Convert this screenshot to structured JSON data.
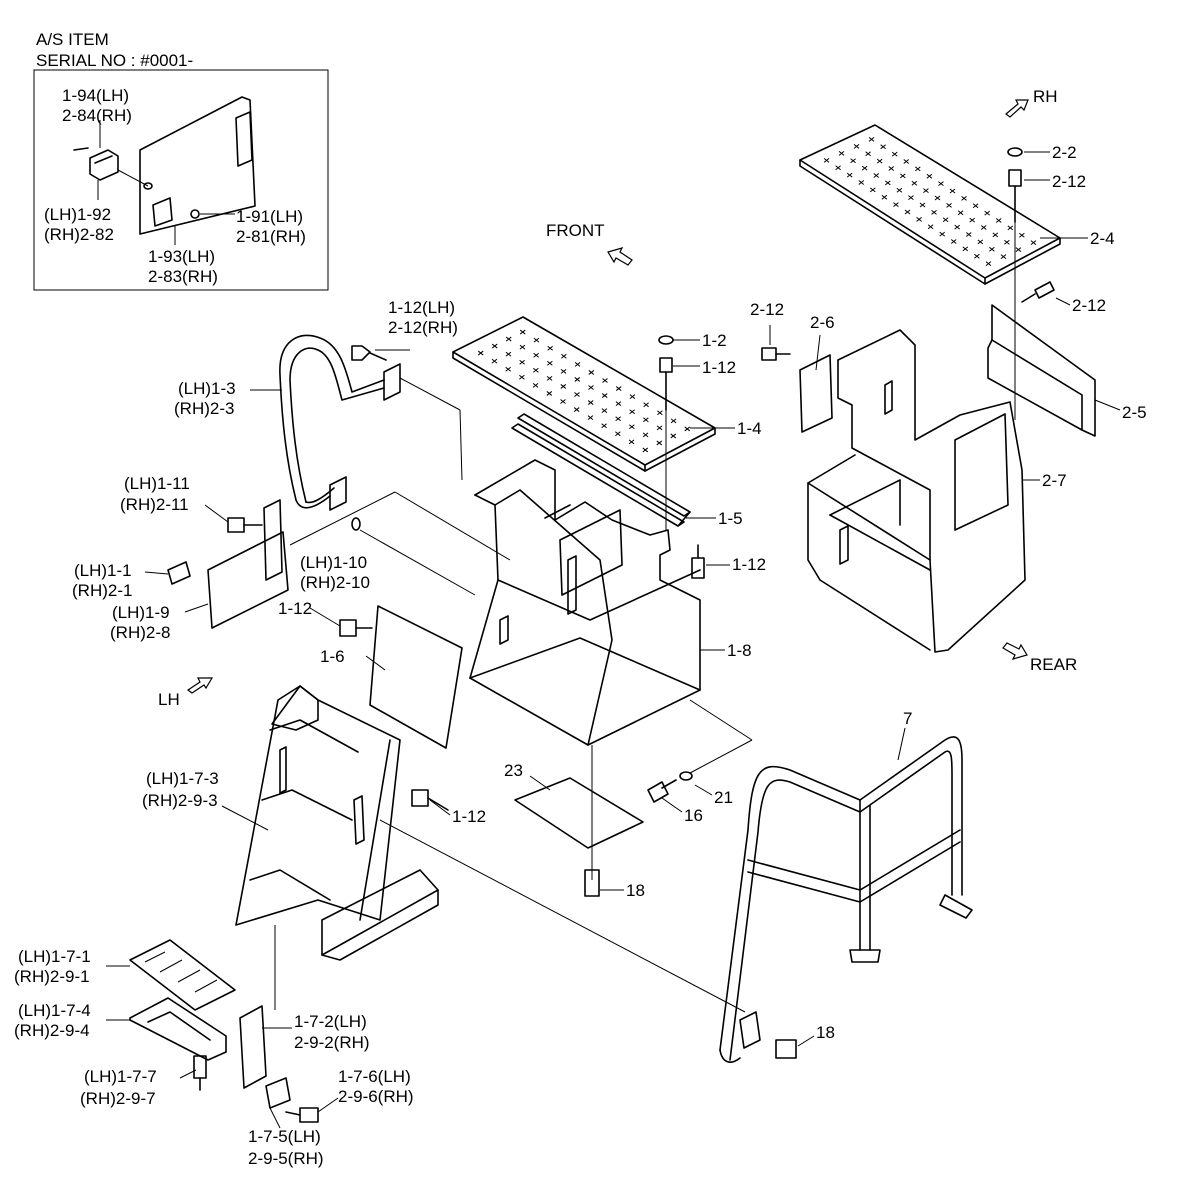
{
  "header": {
    "line1": "A/S ITEM",
    "line2": "SERIAL NO : #0001-"
  },
  "directions": {
    "rh": "RH",
    "front": "FRONT",
    "rear": "REAR",
    "lh": "LH"
  },
  "labels": {
    "l194a": "1-94(LH)",
    "l194b": "2-84(RH)",
    "l192a": "(LH)1-92",
    "l192b": "(RH)2-82",
    "l193a": "1-93(LH)",
    "l193b": "2-83(RH)",
    "l191a": "1-91(LH)",
    "l191b": "2-81(RH)",
    "l22": "2-2",
    "l212a": "2-12",
    "l24": "2-4",
    "l212b": "2-12",
    "l212c": "2-12",
    "l26": "2-6",
    "l25": "2-5",
    "l27": "2-7",
    "l112a": "1-12(LH)",
    "l112b": "2-12(RH)",
    "l12": "1-2",
    "l112c": "1-12",
    "l14": "1-4",
    "l15": "1-5",
    "l112d": "1-12",
    "l13a": "(LH)1-3",
    "l13b": "(RH)2-3",
    "l111a": "(LH)1-11",
    "l111b": "(RH)2-11",
    "l110a": "(LH)1-10",
    "l110b": "(RH)2-10",
    "l11a": "(LH)1-1",
    "l11b": "(RH)2-1",
    "l19a": "(LH)1-9",
    "l19b": "(RH)2-8",
    "l112e": "1-12",
    "l16": "1-6",
    "l18": "1-8",
    "l173a": "(LH)1-7-3",
    "l173b": "(RH)2-9-3",
    "l112f": "1-12",
    "l23": "23",
    "l21": "21",
    "l16b": "16",
    "l18b": "18",
    "l7": "7",
    "l171a": "(LH)1-7-1",
    "l171b": "(RH)2-9-1",
    "l174a": "(LH)1-7-4",
    "l174b": "(RH)2-9-4",
    "l172a": "1-7-2(LH)",
    "l172b": "2-9-2(RH)",
    "l177a": "(LH)1-7-7",
    "l177b": "(RH)2-9-7",
    "l176a": "1-7-6(LH)",
    "l176b": "2-9-6(RH)",
    "l175a": "1-7-5(LH)",
    "l175b": "2-9-5(RH)",
    "l18c": "18"
  }
}
